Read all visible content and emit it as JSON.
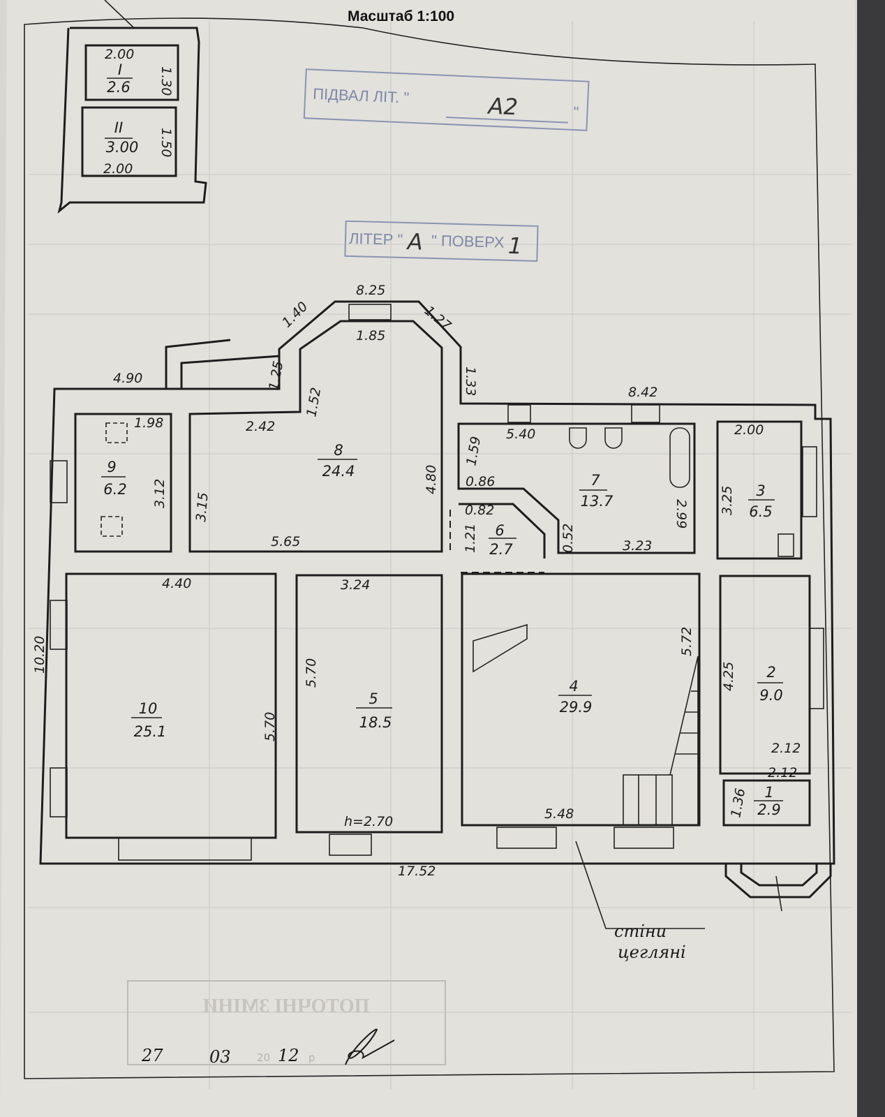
{
  "scale_title": "Масштаб 1:100",
  "basement_stamp": {
    "label": "ПІДВАЛ ЛІТ. \"",
    "value": "А2",
    "close": "\""
  },
  "floor_stamp": {
    "label_liter": "ЛІТЕР \"",
    "liter": "А",
    "label_floor": "\" ПОВЕРХ",
    "floor": "1"
  },
  "basement": {
    "rooms": [
      {
        "number": "I",
        "area": "2.6"
      },
      {
        "number": "II",
        "area": "3.00"
      }
    ],
    "dims": [
      "2.00",
      "1.30",
      "1.50",
      "2.00"
    ]
  },
  "rooms": [
    {
      "number": "9",
      "area": "6.2"
    },
    {
      "number": "8",
      "area": "24.4"
    },
    {
      "number": "7",
      "area": "13.7"
    },
    {
      "number": "6",
      "area": "2.7"
    },
    {
      "number": "3",
      "area": "6.5"
    },
    {
      "number": "10",
      "area": "25.1"
    },
    {
      "number": "5",
      "area": "18.5"
    },
    {
      "number": "4",
      "area": "29.9"
    },
    {
      "number": "2",
      "area": "9.0"
    },
    {
      "number": "1",
      "area": "2.9"
    }
  ],
  "dims": [
    "4.90",
    "8.25",
    "1.40",
    "1.27",
    "1.85",
    "1.25",
    "1.52",
    "1.33",
    "8.42",
    "1.98",
    "2.42",
    "3.12",
    "3.15",
    "4.80",
    "5.40",
    "1.59",
    "0.86",
    "0.82",
    "0.52",
    "3.23",
    "2.99",
    "2.00",
    "3.25",
    "5.65",
    "1.21",
    "4.40",
    "3.24",
    "10.20",
    "5.70",
    "5.70",
    "5.72",
    "4.25",
    "2.12",
    "2.12",
    "1.36",
    "h=2.70",
    "5.48",
    "17.52"
  ],
  "note": {
    "line1": "стіни",
    "line2": "цегляні"
  },
  "changes_stamp": {
    "title": "ПОТОЧНІ ЗМІНИ",
    "day": "27",
    "month": "03",
    "year_prefix": "20",
    "year": "12",
    "year_suffix": "р"
  },
  "colors": {
    "paper": "#e4e2dd",
    "stamp": "#7d88a8",
    "ink": "#1d1d1d"
  }
}
